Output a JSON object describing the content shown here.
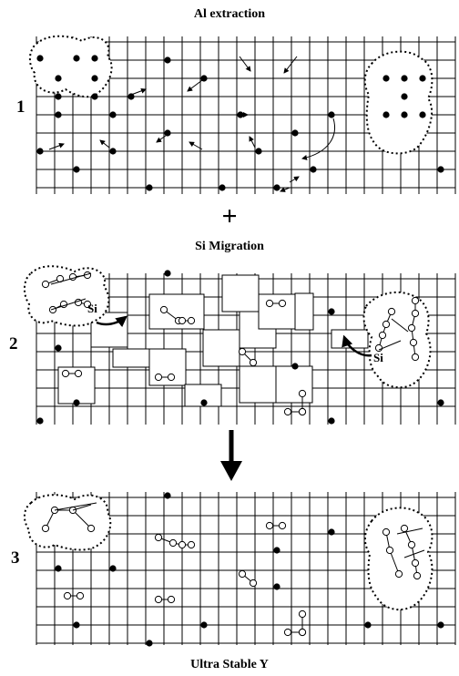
{
  "captions": {
    "top": "Al extraction",
    "plus": "+",
    "migration": "Si Migration",
    "bottom": "Ultra Stable Y"
  },
  "stages": [
    "1",
    "2",
    "3"
  ],
  "labels": {
    "si_left": "Si",
    "si_right": "Si"
  },
  "colors": {
    "ink": "#000000",
    "background": "#ffffff"
  },
  "icons": {
    "plus": "plus-icon",
    "down_arrow": "down-arrow-icon",
    "atom_solid": "filled-circle-icon",
    "atom_hollow": "hollow-circle-icon",
    "cluster": "dotted-cluster-outline"
  }
}
